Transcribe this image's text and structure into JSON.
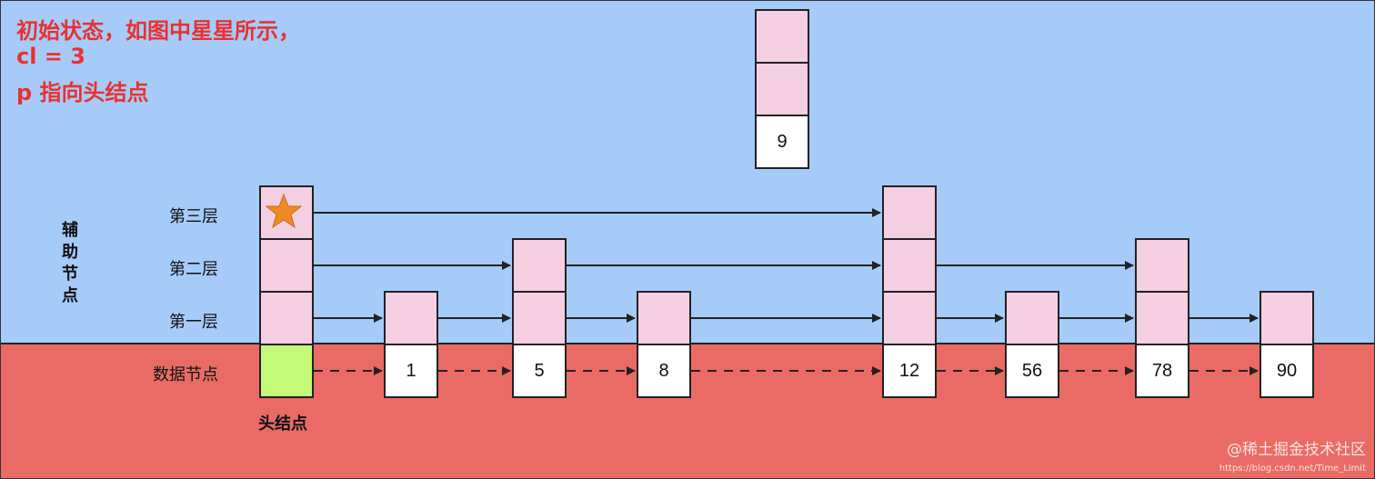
{
  "notes": [
    "初始状态，如图中星星所示，",
    "cl = 3",
    "p 指向头结点"
  ],
  "side_label": [
    "辅",
    "助",
    "节",
    "点"
  ],
  "layers": {
    "level3": "第三层",
    "level2": "第二层",
    "level1": "第一层",
    "data": "数据节点"
  },
  "head_caption": "头结点",
  "floating_node_value": "9",
  "data_values": [
    "1",
    "5",
    "8",
    "12",
    "56",
    "78",
    "90"
  ],
  "watermark": {
    "line1": "@稀土掘金技术社区",
    "line2": "https://blog.csdn.net/Time_Limit"
  },
  "colors": {
    "aux_region": "#a6cbf9",
    "data_region": "#ea6b66",
    "index_cell": "#f4cfe2",
    "head_cell": "#c5fa78",
    "note_text": "#e8322f",
    "star": "#f08a25"
  }
}
